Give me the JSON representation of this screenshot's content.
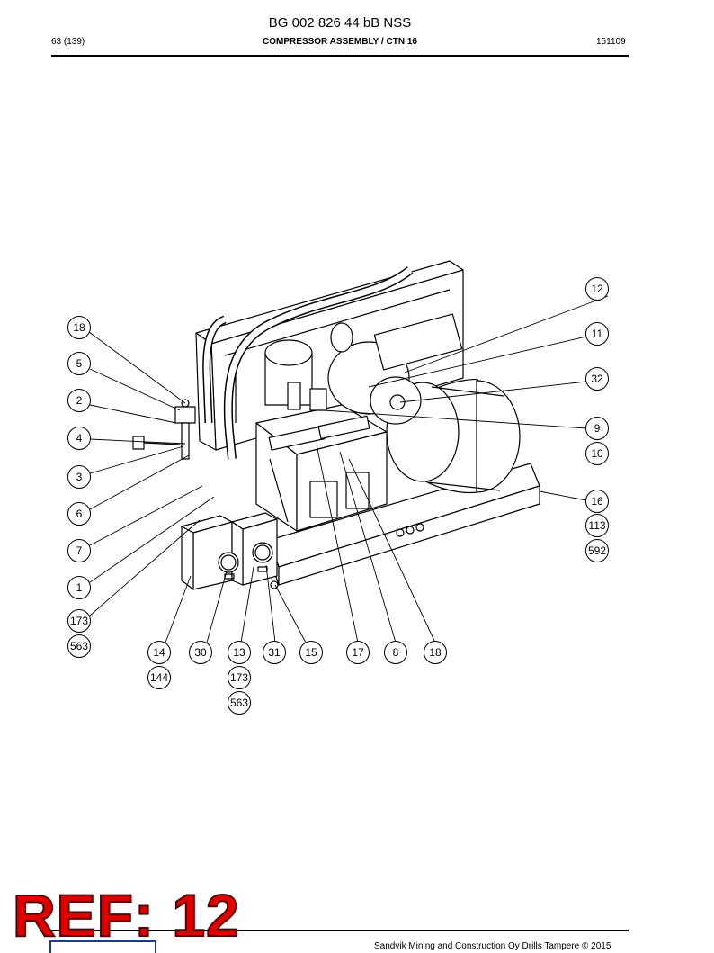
{
  "header": {
    "doc_title": "BG 002 826 44 bB NSS",
    "page": "63 (139)",
    "section": "COMPRESSOR ASSEMBLY / CTN 16",
    "date": "151109"
  },
  "callouts": [
    {
      "id": "c12",
      "label": "12"
    },
    {
      "id": "c11",
      "label": "11"
    },
    {
      "id": "c32",
      "label": "32"
    },
    {
      "id": "c9",
      "label": "9"
    },
    {
      "id": "c10",
      "label": "10"
    },
    {
      "id": "c16",
      "label": "16"
    },
    {
      "id": "c113",
      "label": "113"
    },
    {
      "id": "c592",
      "label": "592"
    },
    {
      "id": "c18a",
      "label": "18"
    },
    {
      "id": "c5",
      "label": "5"
    },
    {
      "id": "c2",
      "label": "2"
    },
    {
      "id": "c4",
      "label": "4"
    },
    {
      "id": "c3",
      "label": "3"
    },
    {
      "id": "c6",
      "label": "6"
    },
    {
      "id": "c7",
      "label": "7"
    },
    {
      "id": "c1",
      "label": "1"
    },
    {
      "id": "c173a",
      "label": "173"
    },
    {
      "id": "c563a",
      "label": "563"
    },
    {
      "id": "c14",
      "label": "14"
    },
    {
      "id": "c144",
      "label": "144"
    },
    {
      "id": "c30",
      "label": "30"
    },
    {
      "id": "c13",
      "label": "13"
    },
    {
      "id": "c173b",
      "label": "173"
    },
    {
      "id": "c563b",
      "label": "563"
    },
    {
      "id": "c31",
      "label": "31"
    },
    {
      "id": "c15",
      "label": "15"
    },
    {
      "id": "c17",
      "label": "17"
    },
    {
      "id": "c8",
      "label": "8"
    },
    {
      "id": "c18b",
      "label": "18"
    }
  ],
  "stamp": "REF: 12",
  "footer": {
    "copyright": "Sandvik Mining and Construction Oy Drills Tampere © 2015"
  }
}
